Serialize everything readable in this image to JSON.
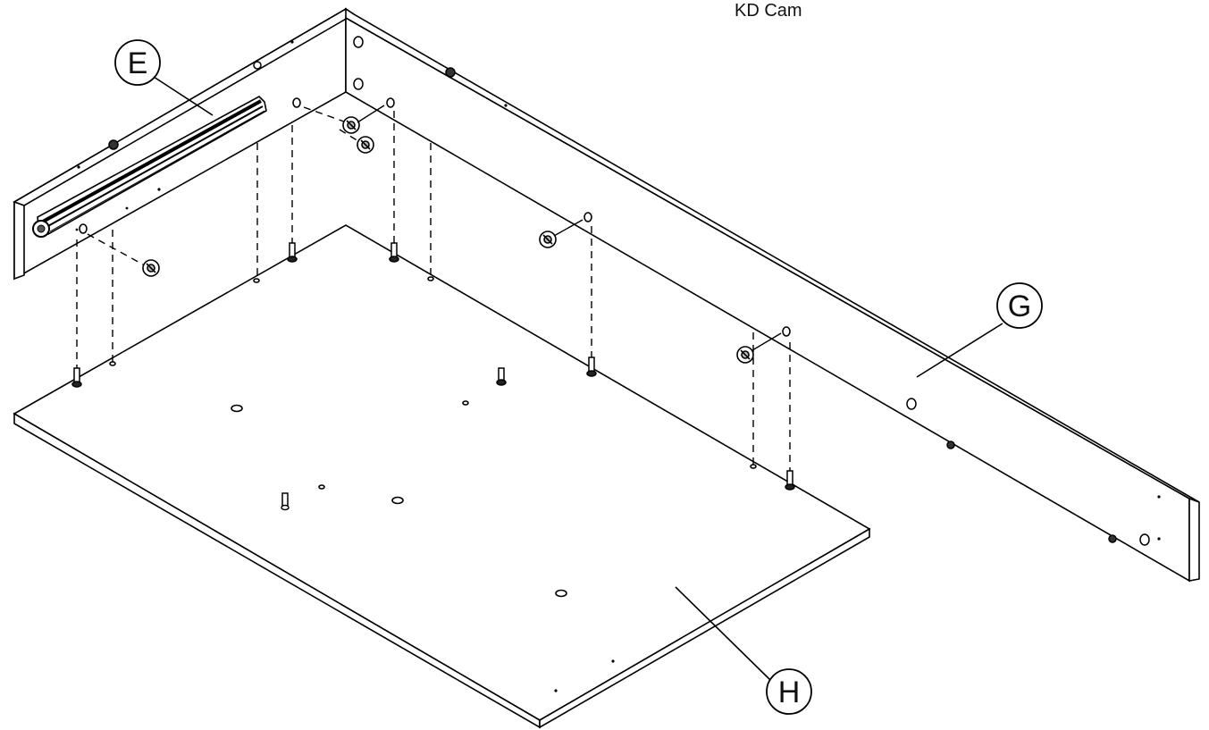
{
  "legend": {
    "hardware_name": "KD Cam"
  },
  "parts": [
    {
      "id": "E",
      "label": "E"
    },
    {
      "id": "G",
      "label": "G"
    },
    {
      "id": "H",
      "label": "H"
    }
  ]
}
